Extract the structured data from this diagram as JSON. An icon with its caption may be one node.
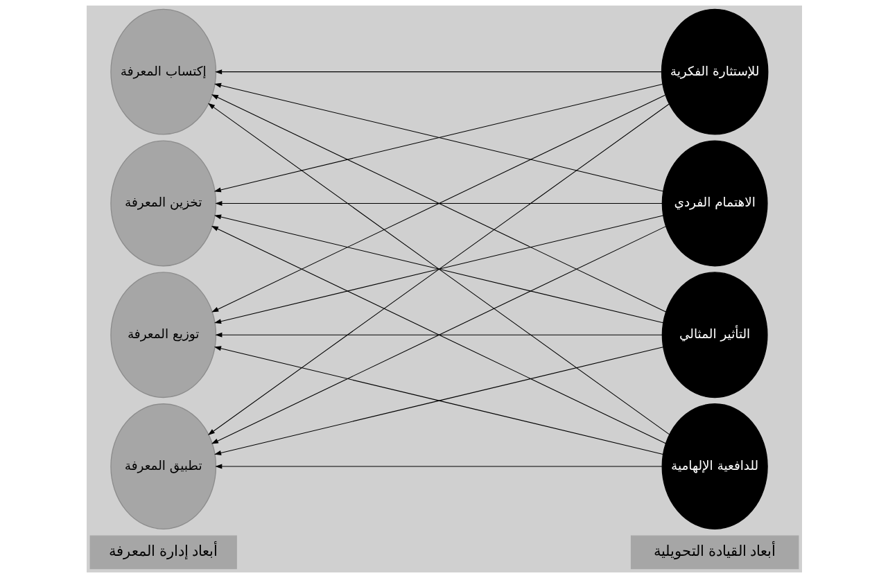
{
  "diagram": {
    "nodes": [
      {
        "text": [
          "أبعاد إدارة المعرفة"
        ]
      },
      {
        "text": [
          "أبعاد القيادة التحويلية"
        ]
      },
      {
        "text": [
          "إكتساب المعرفة"
        ]
      },
      {
        "text": [
          "تخزين المعرفة"
        ]
      },
      {
        "text": [
          "توزيع المعرفة"
        ]
      },
      {
        "text": [
          "تطبيق المعرفة"
        ]
      },
      {
        "text": [
          "التأثير المثالي"
        ]
      },
      {
        "text": [
          "للدافعية الإلهامية"
        ]
      },
      {
        "text": [
          "للإستثارة الفكرية"
        ]
      },
      {
        "text": [
          "الاهتمام الفردي"
        ]
      }
    ],
    "edges": [
      {
        "from": 6,
        "to": 2,
        "arrow": "to"
      },
      {
        "from": 6,
        "to": 3,
        "arrow": "to"
      },
      {
        "from": 6,
        "to": 4,
        "arrow": "to"
      },
      {
        "from": 6,
        "to": 5,
        "arrow": "to"
      },
      {
        "from": 7,
        "to": 2,
        "arrow": "to"
      },
      {
        "from": 7,
        "to": 3,
        "arrow": "to"
      },
      {
        "from": 7,
        "to": 4,
        "arrow": "to"
      },
      {
        "from": 7,
        "to": 5,
        "arrow": "to"
      },
      {
        "from": 8,
        "to": 2,
        "arrow": "to"
      },
      {
        "from": 8,
        "to": 3,
        "arrow": "to"
      },
      {
        "from": 8,
        "to": 4,
        "arrow": "to"
      },
      {
        "from": 8,
        "to": 5,
        "arrow": "to"
      },
      {
        "from": 9,
        "to": 2,
        "arrow": "to"
      },
      {
        "from": 9,
        "to": 3,
        "arrow": "to"
      },
      {
        "from": 9,
        "to": 4,
        "arrow": "to"
      },
      {
        "from": 9,
        "to": 5,
        "arrow": "to"
      }
    ]
  }
}
